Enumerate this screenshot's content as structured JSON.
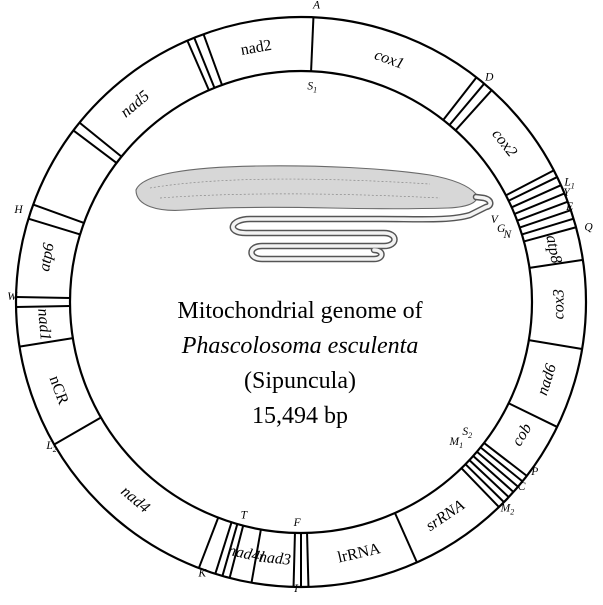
{
  "diagram": {
    "title_lines": [
      {
        "text": "Mitochondrial genome of",
        "italic": false
      },
      {
        "text": "Phascolosoma esculenta",
        "italic": true
      },
      {
        "text": "(Sipuncula)",
        "italic": false
      },
      {
        "text": "15,494 bp",
        "italic": false
      }
    ],
    "genes": [
      {
        "label": "cox1"
      },
      {
        "label": "cox2"
      },
      {
        "label": "atp8"
      },
      {
        "label": "cox3"
      },
      {
        "label": "nad6"
      },
      {
        "label": "cob"
      },
      {
        "label": "srRNA",
        "italic": true
      },
      {
        "label": "lrRNA",
        "italic": false
      },
      {
        "label": "nad3"
      },
      {
        "label": "nad4l"
      },
      {
        "label": "nad4"
      },
      {
        "label": "nCR",
        "italic": false
      },
      {
        "label": "nad1"
      },
      {
        "label": "atp6"
      },
      {
        "label": "nad5"
      },
      {
        "label": "nad2",
        "italic": false
      }
    ],
    "trnas": [
      {
        "letter": "A",
        "sub": ""
      },
      {
        "letter": "S",
        "sub": "1"
      },
      {
        "letter": "D",
        "sub": ""
      },
      {
        "letter": "L",
        "sub": "1"
      },
      {
        "letter": "Y",
        "sub": ""
      },
      {
        "letter": "E",
        "sub": ""
      },
      {
        "letter": "N",
        "sub": ""
      },
      {
        "letter": "G",
        "sub": ""
      },
      {
        "letter": "V",
        "sub": ""
      },
      {
        "letter": "Q",
        "sub": ""
      },
      {
        "letter": "S",
        "sub": "2"
      },
      {
        "letter": "M",
        "sub": "1"
      },
      {
        "letter": "P",
        "sub": ""
      },
      {
        "letter": "C",
        "sub": ""
      },
      {
        "letter": "M",
        "sub": "2"
      },
      {
        "letter": "K",
        "sub": ""
      },
      {
        "letter": "T",
        "sub": ""
      },
      {
        "letter": "I",
        "sub": ""
      },
      {
        "letter": "F",
        "sub": ""
      },
      {
        "letter": "L",
        "sub": "2"
      },
      {
        "letter": "W",
        "sub": ""
      },
      {
        "letter": "H",
        "sub": ""
      }
    ]
  }
}
